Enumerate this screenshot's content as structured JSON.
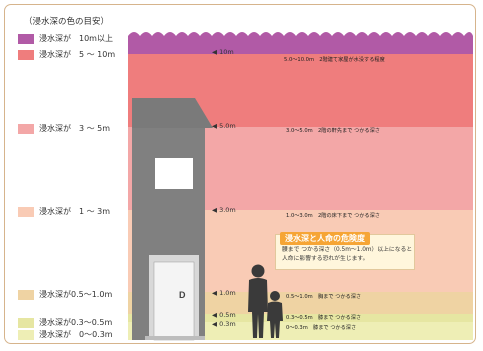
{
  "legend": {
    "title": "（浸水深の色の目安）",
    "items": [
      {
        "label": "浸水深が　10m以上",
        "color": "#b15aa6"
      },
      {
        "label": "浸水深が　5 〜 10m",
        "color": "#ef7d7d"
      },
      {
        "label": "浸水深が　3 〜 5m",
        "color": "#f3a7a7"
      },
      {
        "label": "浸水深が　1 〜 3m",
        "color": "#f9cbb5"
      },
      {
        "label": "浸水深が0.5〜1.0m",
        "color": "#efd3a3"
      },
      {
        "label": "浸水深が0.3〜0.5m",
        "color": "#e6e6a2"
      },
      {
        "label": "浸水深が　0〜0.3m",
        "color": "#eeeeb5"
      }
    ]
  },
  "depth_markers": [
    {
      "label": "10m"
    },
    {
      "label": "5.0m"
    },
    {
      "label": "3.0m"
    },
    {
      "label": "1.0m"
    },
    {
      "label": "0.5m"
    },
    {
      "label": "0.3m"
    }
  ],
  "descriptions": [
    {
      "range": "5.0〜10.0m",
      "text": "2階建て家屋が水没する程度"
    },
    {
      "range": "3.0〜5.0m",
      "text": "2階の軒先まで つかる深さ"
    },
    {
      "range": "1.0〜3.0m",
      "text": "2階の床下まで つかる深さ"
    },
    {
      "range": "0.5〜1.0m",
      "text": "胸まで つかる深さ"
    },
    {
      "range": "0.3〜0.5m",
      "text": "膝まで つかる深さ"
    },
    {
      "range": "0〜0.3m",
      "text": "膝まで つかる深さ"
    }
  ],
  "danger_box": {
    "title": "浸水深と人命の危険度",
    "text": "腰まで つかる深さ（0.5m〜1.0m）以上になると人命に影響する恐れが生じます。"
  }
}
